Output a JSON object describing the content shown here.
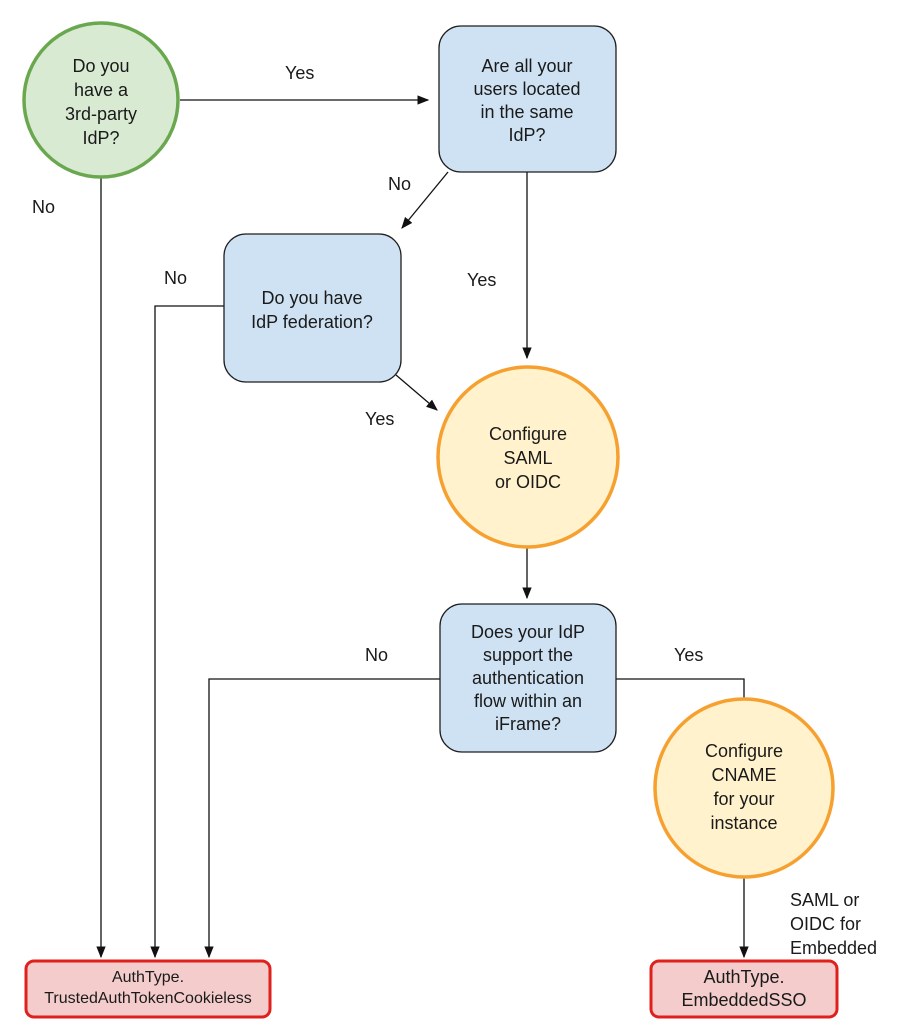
{
  "colors": {
    "start_fill": "#d9ead3",
    "start_stroke": "#6aa84f",
    "decision_fill": "#cfe2f3",
    "decision_stroke": "#1f1f1f",
    "action_fill": "#fff2cc",
    "action_stroke": "#f6a030",
    "terminal_fill": "#f4cccc",
    "terminal_stroke": "#e0201c"
  },
  "nodes": {
    "third_party_idp": {
      "lines": [
        "Do you",
        "have a",
        "3rd-party",
        "IdP?"
      ]
    },
    "same_idp": {
      "lines": [
        "Are all your",
        "users located",
        "in the same",
        "IdP?"
      ]
    },
    "idp_federation": {
      "lines": [
        "Do you have",
        "IdP federation?"
      ]
    },
    "configure_saml": {
      "lines": [
        "Configure",
        "SAML",
        "or OIDC"
      ]
    },
    "iframe_support": {
      "lines": [
        "Does your IdP",
        "support the",
        "authentication",
        "flow within an",
        "iFrame?"
      ]
    },
    "configure_cname": {
      "lines": [
        "Configure",
        "CNAME",
        "for your",
        "instance"
      ]
    },
    "authtype_cookieless": {
      "lines": [
        "AuthType.",
        "TrustedAuthTokenCookieless"
      ]
    },
    "authtype_sso": {
      "lines": [
        "AuthType.",
        "EmbeddedSSO"
      ]
    }
  },
  "edge_labels": {
    "q1_yes": "Yes",
    "q1_no": "No",
    "q2_no": "No",
    "q2_yes": "Yes",
    "q3_no": "No",
    "q3_yes": "Yes",
    "q4_no": "No",
    "q4_yes": "Yes",
    "cname_to_sso": [
      "SAML or",
      "OIDC for",
      "Embedded"
    ]
  }
}
